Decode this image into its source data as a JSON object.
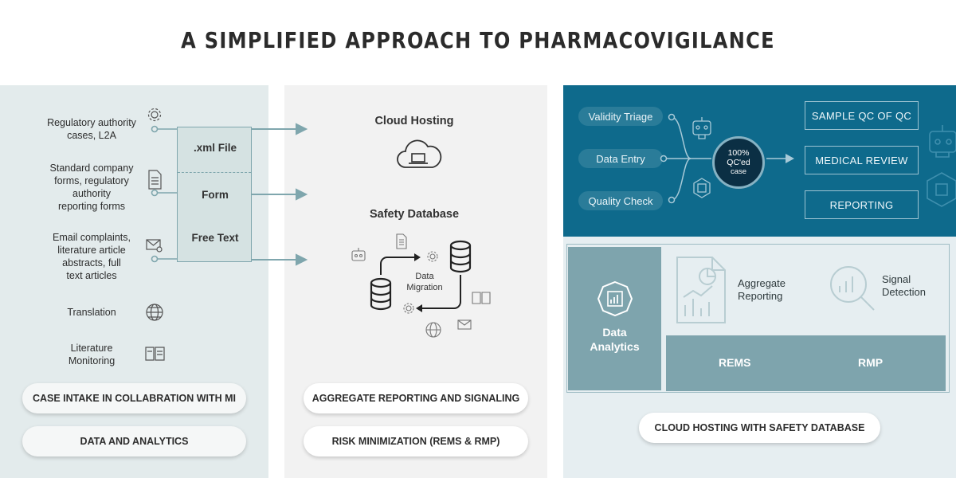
{
  "title": "A SIMPLIFIED APPROACH TO PHARMACOVIGILANCE",
  "sources": {
    "regulatory": [
      "Regulatory authority",
      "cases, L2A"
    ],
    "standard": [
      "Standard company",
      "forms, regulatory",
      "authority",
      "reporting forms"
    ],
    "email": [
      "Email complaints,",
      "literature article",
      "abstracts, full",
      "text articles"
    ],
    "translation": "Translation",
    "literature": [
      "Literature",
      "Monitoring"
    ]
  },
  "formats": [
    "xml File",
    "Form",
    "Free Text"
  ],
  "left_pills": [
    "CASE INTAKE IN COLLABRATION WITH MI",
    "DATA AND ANALYTICS"
  ],
  "middle": {
    "cloud_hosting": "Cloud Hosting",
    "safety_database": "Safety Database",
    "data_migration": [
      "Data",
      "Migration"
    ],
    "pills": [
      "AGGREGATE REPORTING AND SIGNALING",
      "RISK MINIMIZATION (REMS & RMP)"
    ]
  },
  "workflow": {
    "tasks": [
      "Validity Triage",
      "Data Entry",
      "Quality Check"
    ],
    "qc_circle": [
      "100%",
      "QC'ed",
      "case"
    ],
    "outputs": [
      "SAMPLE QC OF QC",
      "MEDICAL REVIEW",
      "REPORTING"
    ]
  },
  "analytics": {
    "data_analytics": [
      "Data",
      "Analytics"
    ],
    "aggregate_reporting": [
      "Aggregate",
      "Reporting"
    ],
    "signal_detection": [
      "Signal",
      "Detection"
    ],
    "rems": "REMS",
    "rmp": "RMP"
  },
  "right_pill": "CLOUD HOSTING WITH SAFETY DATABASE",
  "colors": {
    "left_panel": "#e3ebec",
    "middle_panel": "#f2f2f2",
    "workflow_panel": "#0e6a8c",
    "analytics_fill": "#7ea4ad",
    "qc_circle": "#0b2f44"
  }
}
